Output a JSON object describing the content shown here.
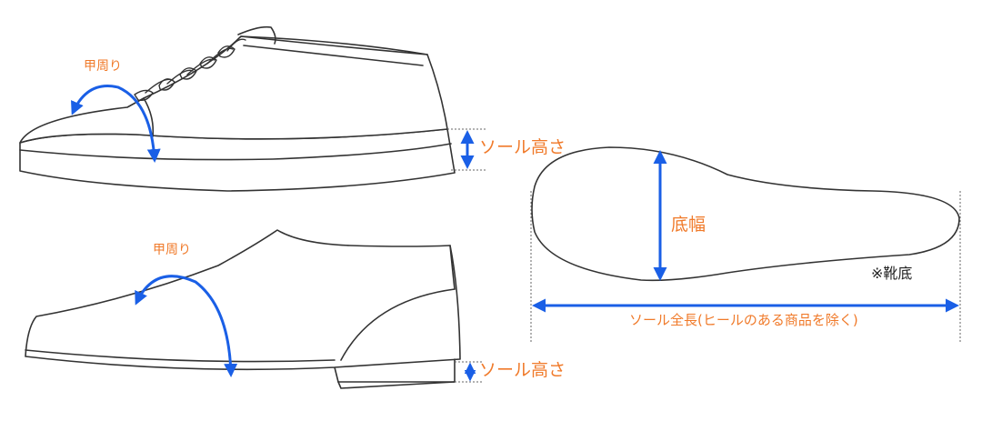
{
  "labels": {
    "instep_top": "甲周り",
    "sole_height_top": "ソール高さ",
    "instep_bottom": "甲周り",
    "sole_height_bottom": "ソール高さ",
    "sole_width": "底幅",
    "insole_note": "※靴底",
    "sole_length": "ソール全長(ヒールのある商品を除く)"
  },
  "colors": {
    "arrow": "#1a5fe6",
    "label": "#f07a2a",
    "outline": "#333333",
    "note": "#222222"
  }
}
